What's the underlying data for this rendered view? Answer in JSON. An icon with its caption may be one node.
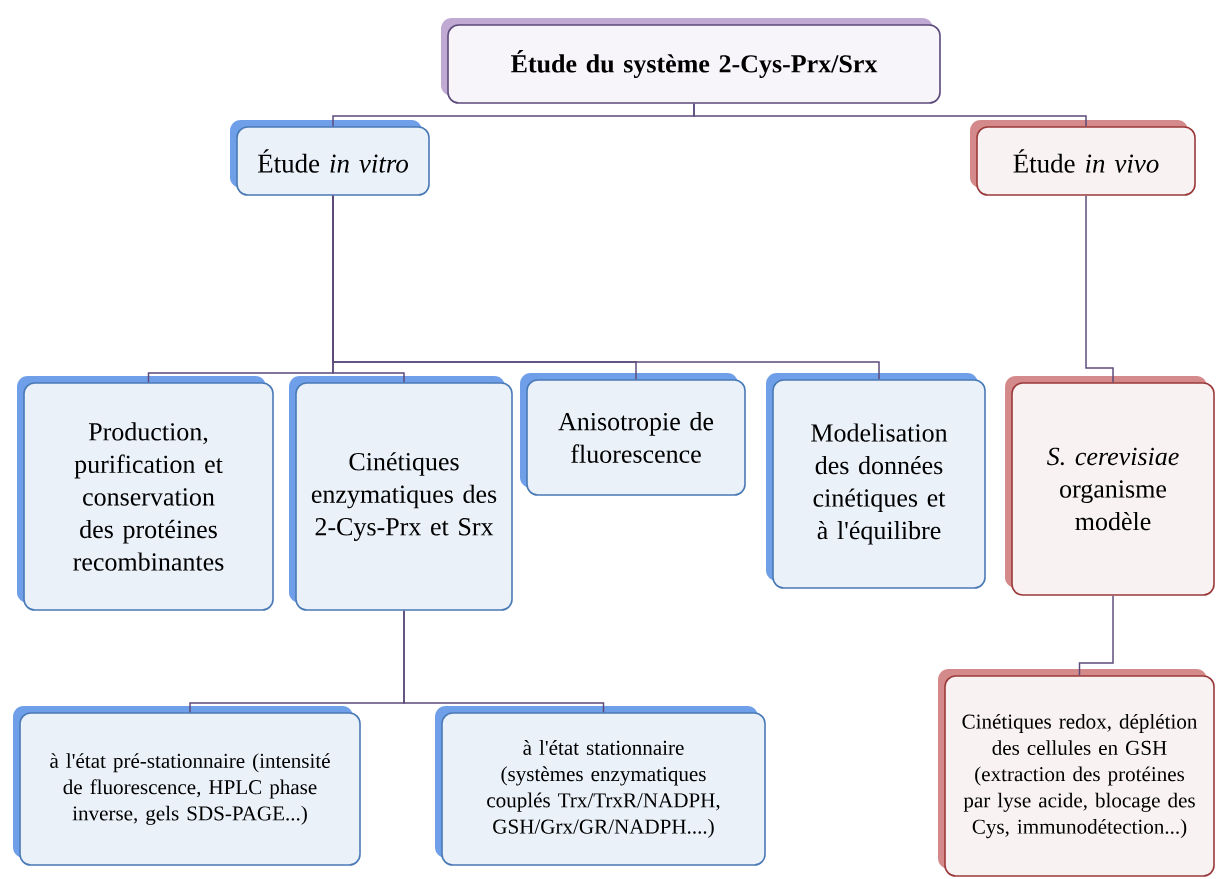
{
  "diagram": {
    "nodes": [
      {
        "text": [
          "Étude du système 2-Cys-Prx/Srx"
        ]
      },
      {
        "text": [
          "Étude *in vitro*"
        ]
      },
      {
        "text": [
          "Étude *in vivo*"
        ]
      },
      {
        "text": [
          "Production, purification et conservation des protéines recombinantes"
        ]
      },
      {
        "text": [
          "Cinétiques enzymatiques des 2-Cys-Prx et Srx"
        ]
      },
      {
        "text": [
          "Anisotropie de fluorescence"
        ]
      },
      {
        "text": [
          "Modelisation des données cinétiques et à l'équilibre"
        ]
      },
      {
        "text": [
          "*S. cerevisiae* organisme modèle"
        ]
      },
      {
        "text": [
          "à l'état pré-stationnaire (intensité de fluorescence, HPLC phase inverse, gels SDS-PAGE...)"
        ]
      },
      {
        "text": [
          "à l'état stationnaire (systèmes enzymatiques couplés Trx/TrxR/NADPH, GSH/Grx/GR/NADPH....)"
        ]
      },
      {
        "text": [
          "Cinétiques redox, déplétion des cellules en GSH (extraction des protéines par lyse acide, blocage des Cys, immunodétection...)"
        ]
      }
    ],
    "edges": [
      {
        "from": 0,
        "to": 1,
        "arrow": "none"
      },
      {
        "from": 0,
        "to": 2,
        "arrow": "none"
      },
      {
        "from": 1,
        "to": 3,
        "arrow": "none"
      },
      {
        "from": 1,
        "to": 4,
        "arrow": "none"
      },
      {
        "from": 1,
        "to": 5,
        "arrow": "none"
      },
      {
        "from": 1,
        "to": 6,
        "arrow": "none"
      },
      {
        "from": 2,
        "to": 7,
        "arrow": "none"
      },
      {
        "from": 4,
        "to": 8,
        "arrow": "none"
      },
      {
        "from": 4,
        "to": 9,
        "arrow": "none"
      },
      {
        "from": 7,
        "to": 10,
        "arrow": "none"
      }
    ]
  }
}
